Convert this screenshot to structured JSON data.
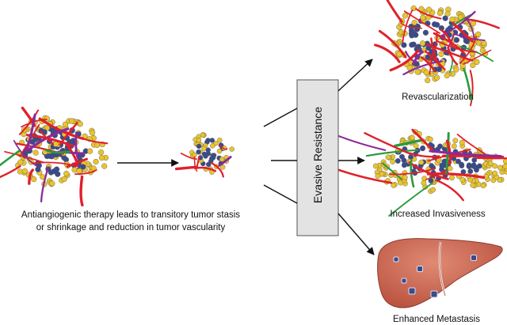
{
  "caption": {
    "line1": "Antiangiogenic therapy leads to transitory tumor stasis",
    "line2": "or shrinkage and reduction in tumor vascularity"
  },
  "resistance_label": "Evasive Resistance",
  "outcomes": {
    "revascularization": "Revascularization",
    "invasiveness": "Increased Invasiveness",
    "metastasis": "Enhanced Metastasis"
  },
  "colors": {
    "cell_yellow": "#e9c430",
    "cell_blue": "#3a4a8c",
    "vessel_red": "#e0202a",
    "vessel_purple": "#8a2a9a",
    "vessel_green": "#2a9a3a",
    "liver": "#cf6a55",
    "resistance_box": "#e3e3e3"
  }
}
